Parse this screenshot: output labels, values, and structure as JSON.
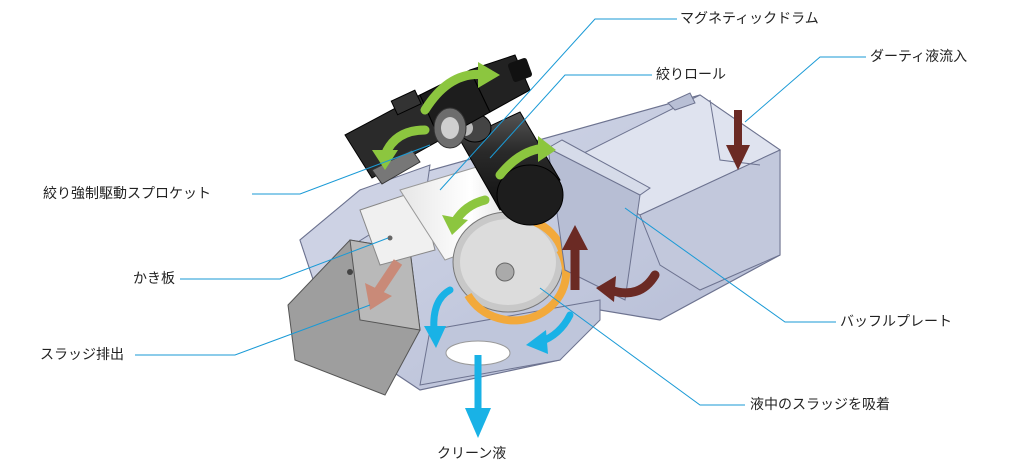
{
  "labels": {
    "magnetic_drum": "マグネティックドラム",
    "squeeze_roll": "絞りロール",
    "dirty_inflow": "ダーティ液流入",
    "sprocket": "絞り強制駆動スプロケット",
    "scraper": "かき板",
    "sludge_out": "スラッジ排出",
    "baffle_plate": "バッフルプレート",
    "adsorb": "液中のスラッジを吸着",
    "clean_liquid": "クリーン液"
  },
  "colors": {
    "leader_line": "#1a9ad6",
    "flow_green": "#8cc63f",
    "flow_dark_red": "#6b2a24",
    "flow_blue": "#19b2e6",
    "flow_salmon": "#c98a78",
    "magnet_ring": "#f2a93b",
    "tank_fill": "#c7cde2",
    "tank_edge": "#6d7390",
    "motor_dark": "#222222"
  },
  "icons": [
    "motor-icon",
    "sprocket-icon",
    "drum-icon",
    "roll-icon",
    "arrow-icon"
  ]
}
